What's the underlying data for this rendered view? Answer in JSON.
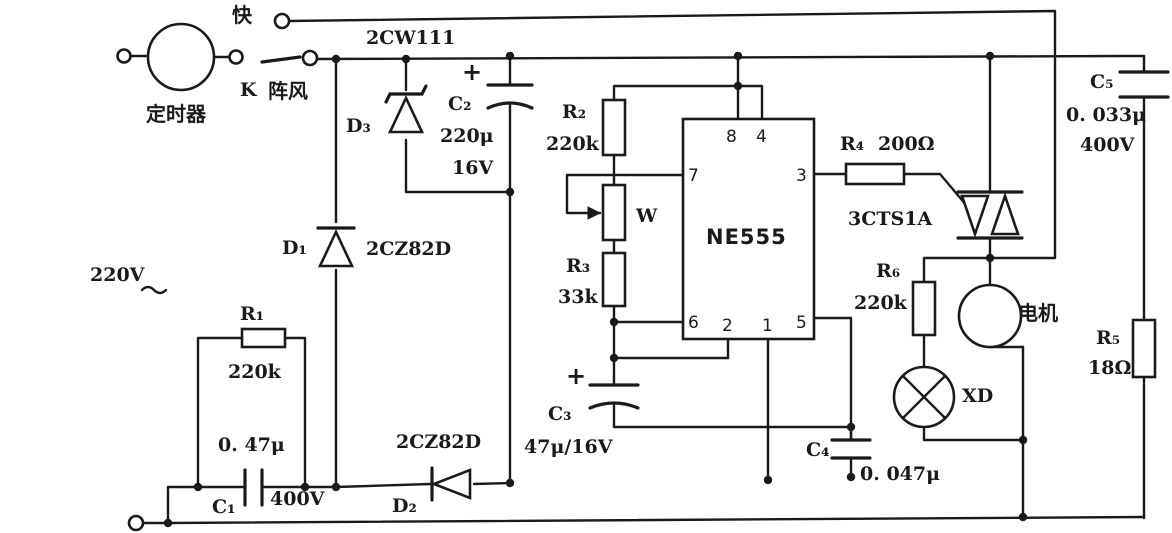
{
  "labels": {
    "fast": "快",
    "gust": "阵风",
    "timer": "定时器",
    "switch": "K",
    "supply": "220V",
    "r1": "R₁",
    "r1_val": "220k",
    "c1_val": "0. 47μ",
    "c1": "C₁",
    "c1_volt": "400V",
    "d1": "D₁",
    "d1_part": "2CZ82D",
    "d2_part": "2CZ82D",
    "d2": "D₂",
    "d3": "D₃",
    "d3_part": "2CW111",
    "c2": "C₂",
    "c2_val": "220μ",
    "c2_volt": "16V",
    "r2": "R₂",
    "r2_val": "220k",
    "w": "W",
    "r3": "R₃",
    "r3_val": "33k",
    "c3": "C₃",
    "c3_val": "47μ/16V",
    "chip": "NE555",
    "pin8": "8",
    "pin4": "4",
    "pin7": "7",
    "pin3": "3",
    "pin6": "6",
    "pin2": "2",
    "pin1": "1",
    "pin5": "5",
    "c4": "C₄",
    "c4_val": "0. 047μ",
    "r4": "R₄",
    "r4_val": "200Ω",
    "triac": "3CTS1A",
    "r6": "R₆",
    "r6_val": "220k",
    "lamp": "XD",
    "motor": "电机",
    "c5": "C₅",
    "c5_val": "0. 033μ",
    "c5_volt": "400V",
    "r5": "R₅",
    "r5_val": "18Ω",
    "plus": "+"
  }
}
